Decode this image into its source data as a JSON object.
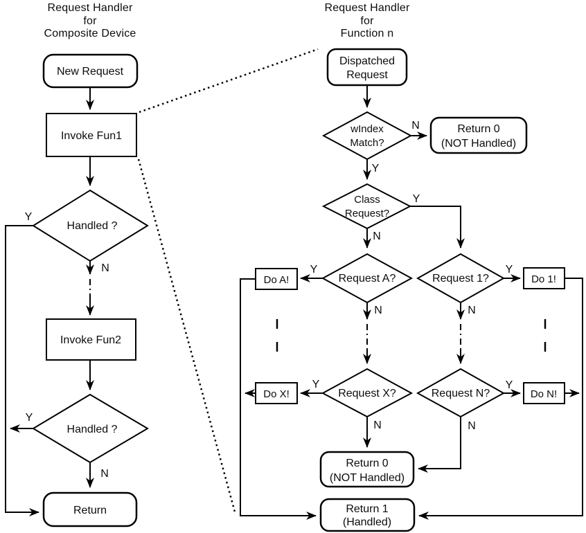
{
  "colors": {
    "line": "#000000",
    "background": "#ffffff",
    "text": "#0c0c0c"
  },
  "labels": {
    "yes": "Y",
    "no": "N"
  },
  "left_chart": {
    "title": [
      "Request Handler",
      "for",
      "Composite Device"
    ],
    "new_request": "New Request",
    "invoke_fun1": "Invoke Fun1",
    "handled1": "Handled ?",
    "invoke_fun2": "Invoke Fun2",
    "handled2": "Handled ?",
    "return_node": "Return"
  },
  "right_chart": {
    "title": [
      "Request Handler",
      "for",
      "Function n"
    ],
    "dispatched": [
      "Dispatched",
      "Request"
    ],
    "windex": [
      "wIndex",
      "Match?"
    ],
    "return0_top": [
      "Return 0",
      "(NOT Handled)"
    ],
    "class_request": [
      "Class",
      "Request?"
    ],
    "request_a": "Request A?",
    "request_1": "Request 1?",
    "do_a": "Do A!",
    "do_1": "Do 1!",
    "request_x": "Request X?",
    "request_n": "Request N?",
    "do_x": "Do X!",
    "do_n": "Do N!",
    "return0_bottom": [
      "Return 0",
      "(NOT Handled)"
    ],
    "return1": [
      "Return 1",
      "(Handled)"
    ]
  }
}
